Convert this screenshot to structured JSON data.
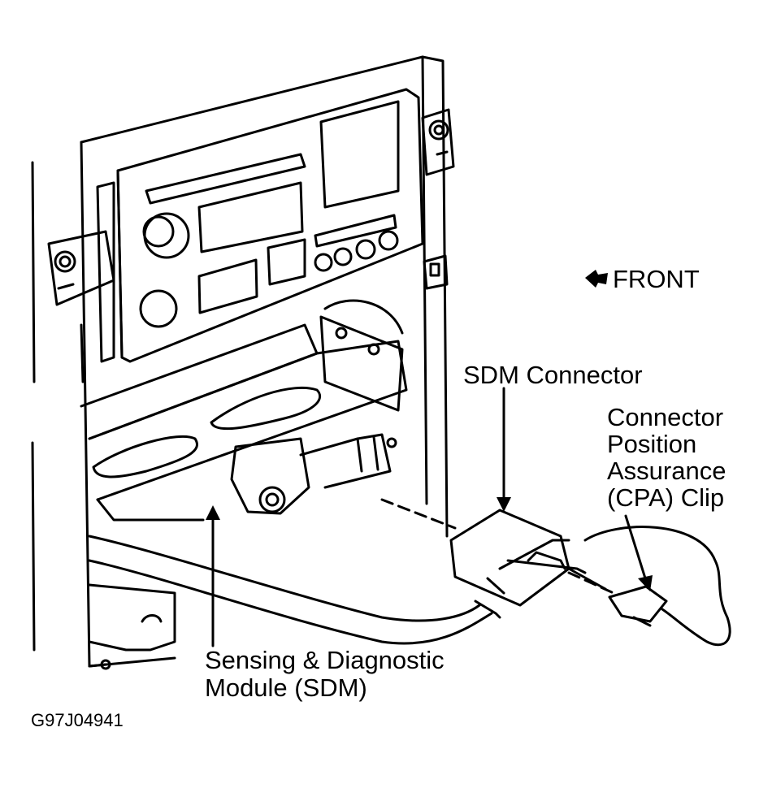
{
  "labels": {
    "front": "FRONT",
    "sdm_connector": "SDM Connector",
    "cpa_line1": "Connector",
    "cpa_line2": "Position",
    "cpa_line3": "Assurance",
    "cpa_line4": "(CPA) Clip",
    "sdm_line1": "Sensing & Diagnostic",
    "sdm_line2": "Module (SDM)"
  },
  "figure_id": "G97J04941",
  "colors": {
    "ink": "#000000",
    "paper": "#ffffff"
  },
  "icons": {
    "front_arrow": "arrow-left-icon"
  }
}
